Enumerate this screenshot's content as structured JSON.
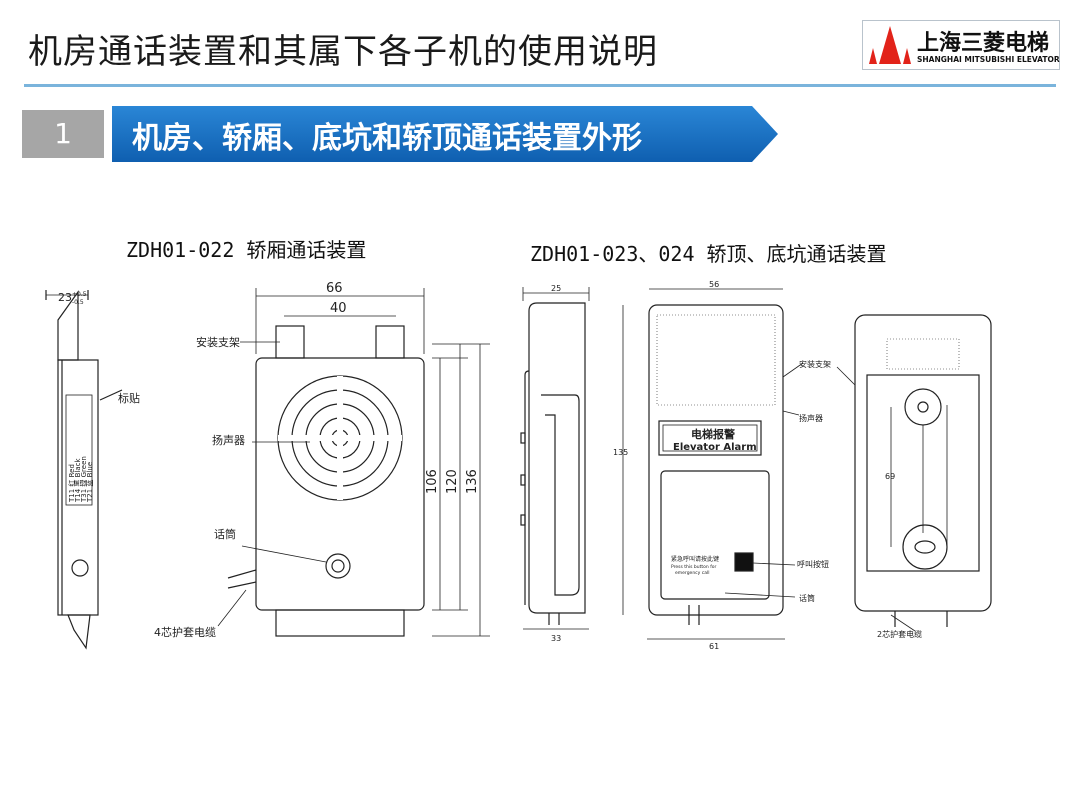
{
  "header": {
    "title": "机房通话装置和其属下各子机的使用说明",
    "logo_cn": "上海三菱电梯",
    "logo_en": "SHANGHAI MITSUBISHI ELEVATOR"
  },
  "section": {
    "number": "1",
    "title": "机房、轿厢、底坑和轿顶通话装置外形"
  },
  "left_figure": {
    "caption": "ZDH01-022 轿厢通话装置",
    "labels": {
      "bracket": "安装支架",
      "sticker": "标贴",
      "speaker": "扬声器",
      "mic": "话筒",
      "cable": "4芯护套电缆"
    },
    "dims": {
      "width": "66",
      "inner": "40",
      "h1": "106",
      "h2": "120",
      "h3": "136",
      "depth": "23",
      "tol_upper": "+0.5",
      "tol_lower": "-0.5"
    },
    "sticker_cols": [
      "T11 红 Red",
      "T14 黑 Black",
      "T31 绿 Green",
      "T21 蓝 Blue"
    ]
  },
  "right_figure": {
    "caption": "ZDH01-023、024 轿顶、底坑通话装置",
    "labels": {
      "bracket": "安装支架",
      "speaker": "扬声器",
      "call_button": "呼叫按钮",
      "mic": "话筒",
      "cable": "2芯护套电缆"
    },
    "panel": {
      "cn": "电梯报警",
      "en": "Elevator Alarm",
      "btn_cn": "紧急呼叫请按此键",
      "btn_en1": "Press this button for",
      "btn_en2": "emergency call"
    },
    "dims": {
      "side_top": "25",
      "side_bottom": "33",
      "front_top": "56",
      "front_bottom": "61",
      "height": "135",
      "hole": "69"
    }
  }
}
